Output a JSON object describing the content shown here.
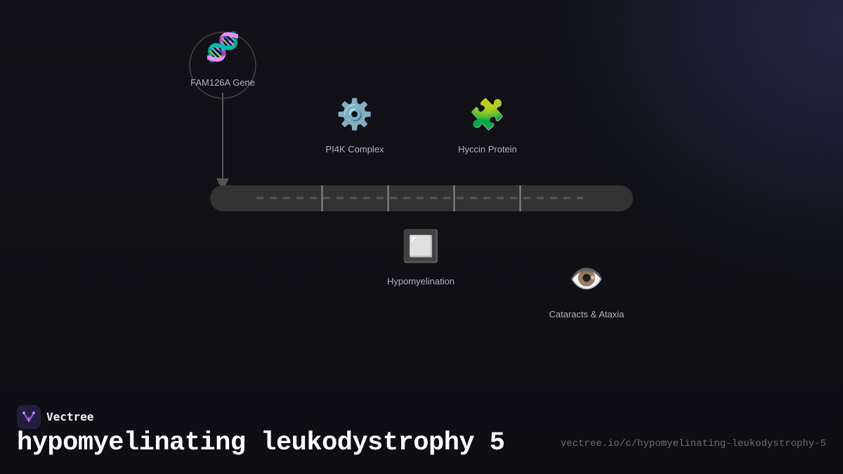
{
  "nodes": [
    {
      "id": "gene",
      "icon": "🧬",
      "icon_name": "dna-icon",
      "label": "FAM126A Gene"
    },
    {
      "id": "pi4k",
      "icon": "⚙️",
      "icon_name": "gear-icon",
      "label": "PI4K Complex"
    },
    {
      "id": "hyccin",
      "icon": "🧩",
      "icon_name": "puzzle-piece-icon",
      "label": "Hyccin Protein"
    },
    {
      "id": "hypo",
      "icon": "🔲",
      "icon_name": "square-icon",
      "label": "Hypomyelination"
    },
    {
      "id": "cataracts",
      "icon": "👁️",
      "icon_name": "eye-icon",
      "label": "Cataracts & Ataxia"
    }
  ],
  "brand": {
    "name": "Vectree",
    "logo_icon": "vectree-logo-icon"
  },
  "page": {
    "title": "hypomyelinating leukodystrophy 5",
    "url": "vectree.io/c/hypomyelinating-leukodystrophy-5"
  },
  "colors": {
    "background": "#0f0f14",
    "track": "#333333",
    "dash": "#5a5a5a",
    "divider": "#8a8a8a",
    "label": "#b4b4be",
    "logo_bg": "#221f3d",
    "logo_accent": "#a855f7"
  }
}
